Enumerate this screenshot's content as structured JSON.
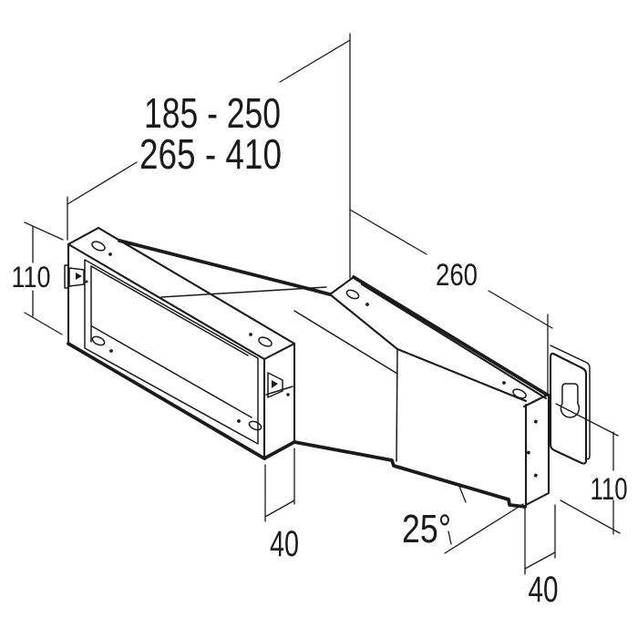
{
  "drawing": {
    "type": "isometric technical drawing",
    "subject": "telescopic wall duct sleeve with mounting flange and keyhole wall plate",
    "background_color": "#ffffff",
    "line_color": "#1b1b1b",
    "dimensions": {
      "adjustable_range_1": "185 - 250",
      "adjustable_range_2": "265 - 410",
      "inner_sleeve_length": "260",
      "front_frame_height": "110",
      "front_frame_depth": "40",
      "bottom_angle": "25°",
      "rear_end_height": "110",
      "rear_end_depth": "40"
    }
  }
}
